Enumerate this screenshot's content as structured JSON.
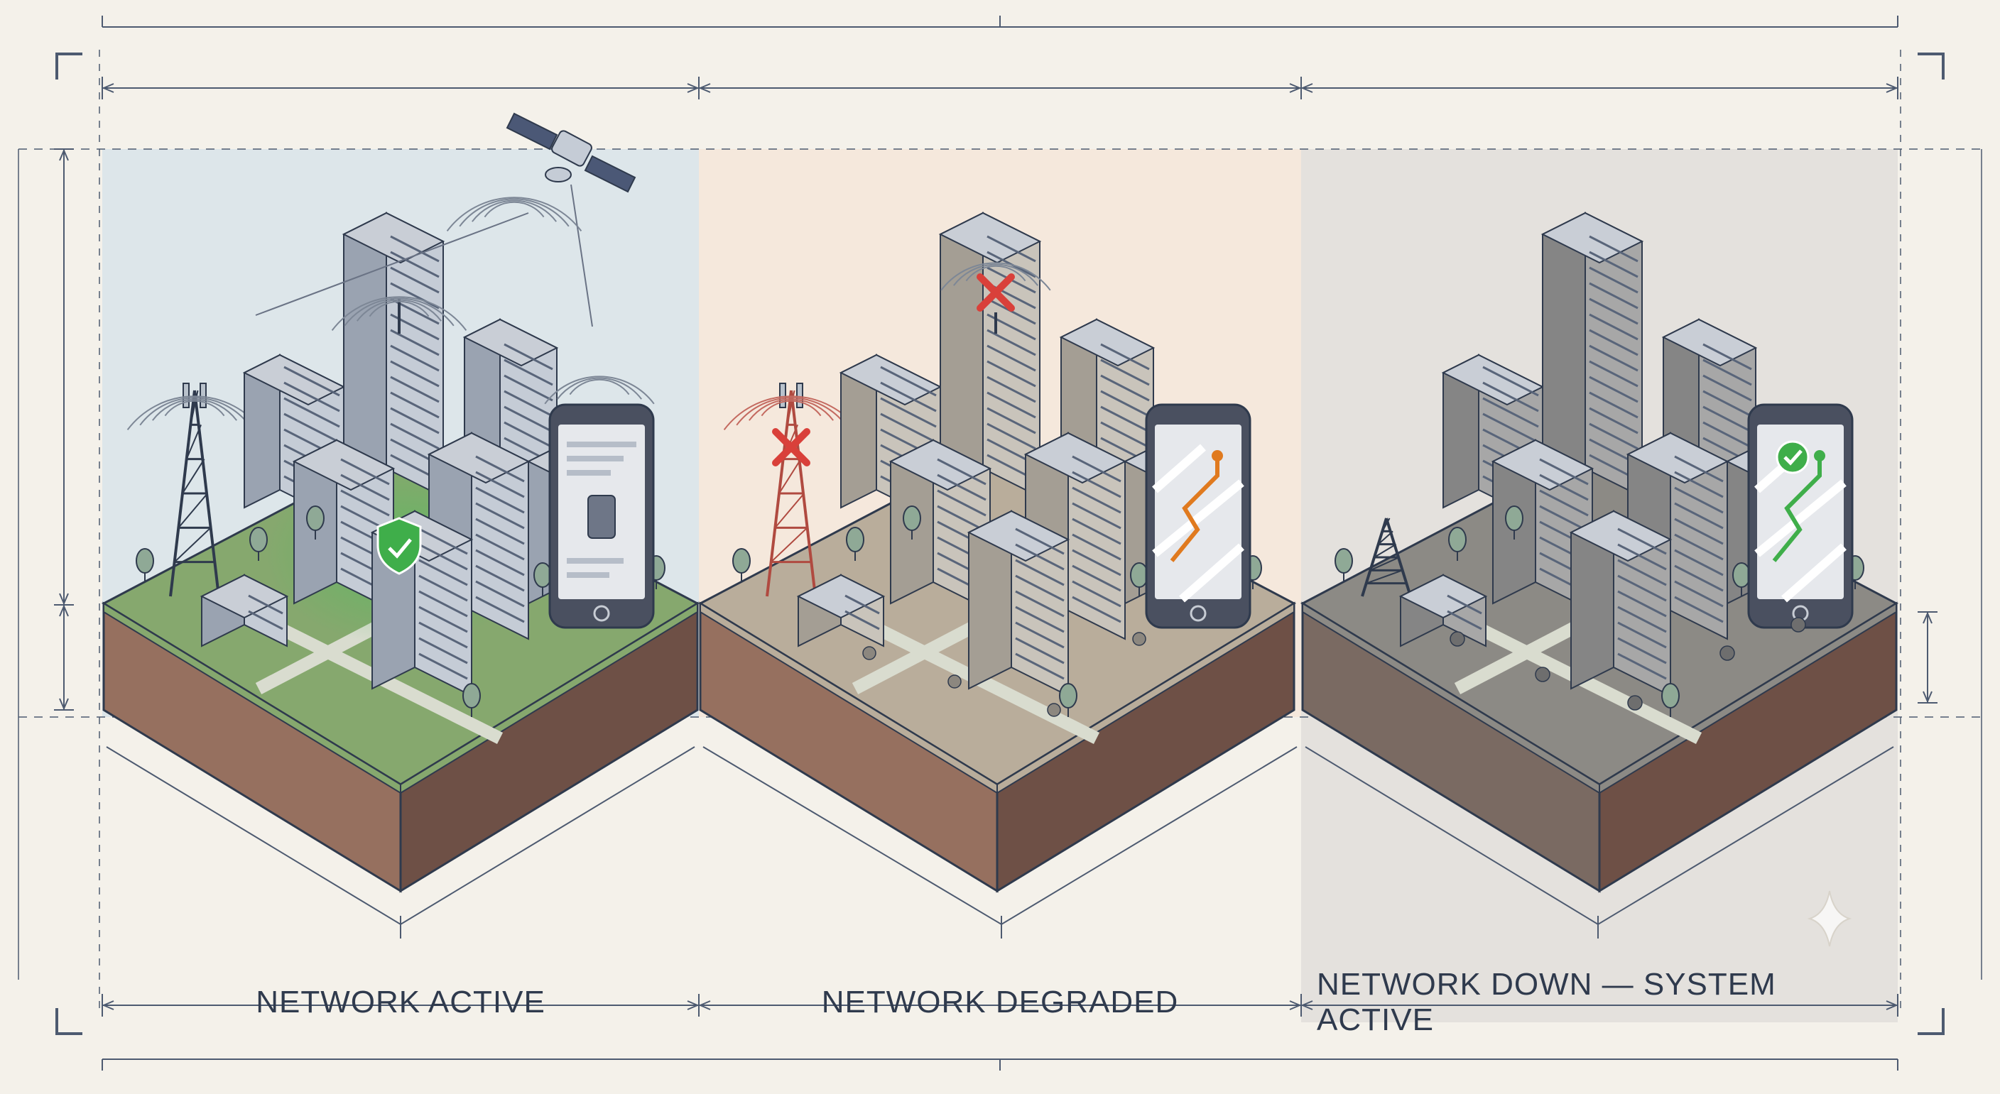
{
  "panels": [
    {
      "label": "NETWORK ACTIVE",
      "status": "active",
      "tint": "#dde6ea",
      "ground": "#86a86e"
    },
    {
      "label": "NETWORK DEGRADED",
      "status": "degraded",
      "tint": "#f5e8dc",
      "ground": "#b9ad9b"
    },
    {
      "label": "NETWORK DOWN — SYSTEM ACTIVE",
      "status": "down",
      "tint": "#e4e1dd",
      "ground": "#8c8a85"
    }
  ],
  "icons": {
    "satellite": "satellite-icon",
    "cell_tower": "cell-tower-icon",
    "shield": "shield-check-icon",
    "error": "x-mark-icon",
    "phone": "smartphone-icon",
    "route": "route-icon",
    "check": "check-icon",
    "sparkle": "sparkle-icon"
  },
  "colors": {
    "ink": "#2f3a4d",
    "dimension_line": "#4d5a70",
    "good": "#3fae4a",
    "warn": "#e07a1f",
    "error": "#d9403a",
    "soil_active": "#96705f",
    "soil_degraded": "#96705f",
    "soil_down": "#7a6a62"
  }
}
